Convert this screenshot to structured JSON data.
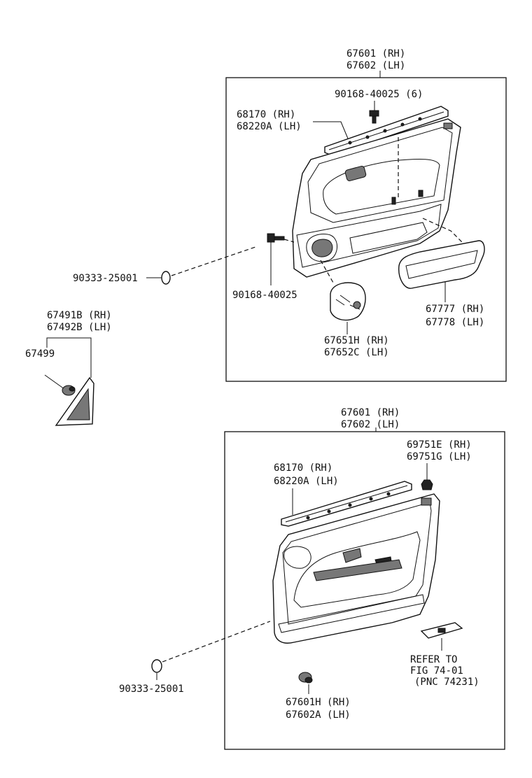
{
  "upper": {
    "header_rh": "67601 (RH)",
    "header_lh": "67602 (LH)",
    "clip_top": "90168-40025 (6)",
    "moulding_rh": "68170  (RH)",
    "moulding_lh": "68220A (LH)",
    "grommet": "90333-25001",
    "screw": "90168-40025",
    "pocket_rh": "67777 (RH)",
    "pocket_lh": "67778 (LH)",
    "cover_rh": "67651H (RH)",
    "cover_lh": "67652C (LH)"
  },
  "side": {
    "cover_rh": "67491B (RH)",
    "cover_lh": "67492B (LH)",
    "clip": "67499"
  },
  "lower": {
    "header_rh": "67601 (RH)",
    "header_lh": "67602 (LH)",
    "clip_rh": "69751E (RH)",
    "clip_lh": "69751G (LH)",
    "moulding_rh": "68170  (RH)",
    "moulding_lh": "68220A (LH)",
    "refer_1": "REFER TO",
    "refer_2": "FIG 74-01",
    "refer_3": "(PNC 74231)",
    "grommet": "90333-25001",
    "cap_rh": "67601H (RH)",
    "cap_lh": "67602A (LH)"
  }
}
